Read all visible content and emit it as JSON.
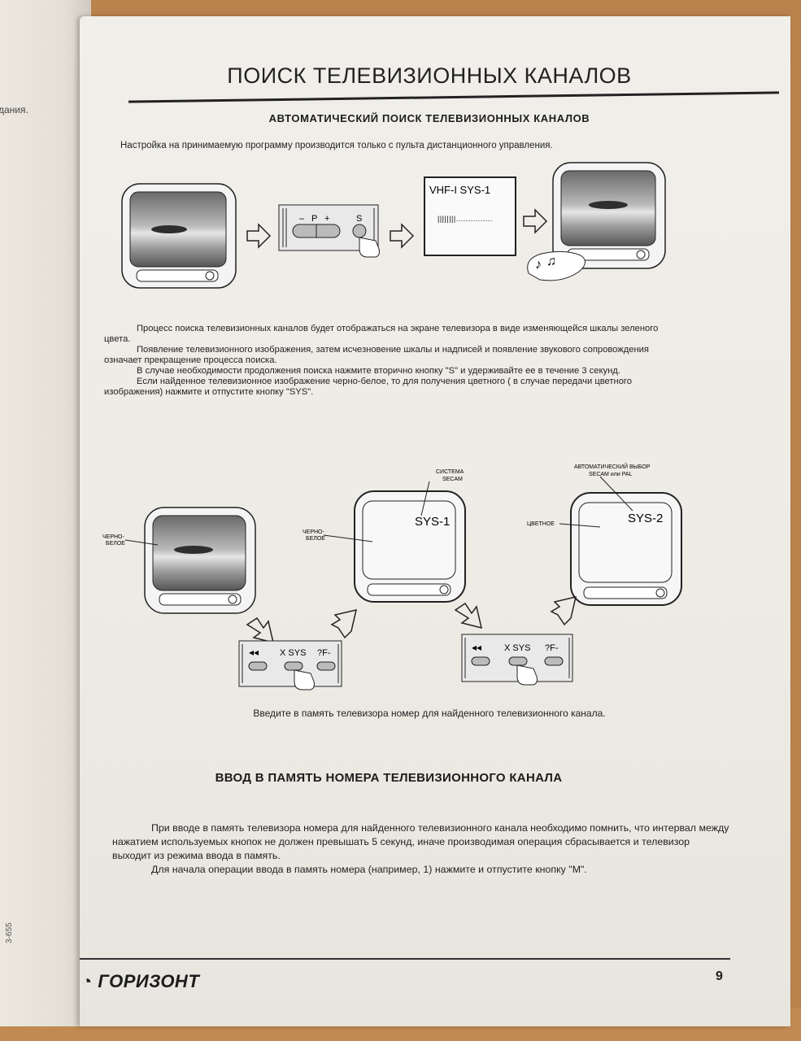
{
  "left_page": {
    "fragment": "дания.",
    "margin_note": "3-655"
  },
  "header": {
    "title": "ПОИСК ТЕЛЕВИЗИОННЫХ КАНАЛОВ"
  },
  "auto_search": {
    "heading": "АВТОМАТИЧЕСКИЙ ПОИСК ТЕЛЕВИЗИОННЫХ КАНАЛОВ",
    "intro": "Настройка на принимаемую программу производится только с пульта дистанционного управления.",
    "remote": {
      "minus": "–",
      "p": "P",
      "plus": "+",
      "s": "S"
    },
    "screen": {
      "line1": "VHF-I SYS-1",
      "scale": "||||||||..............."
    },
    "sound_icon": "music-notes-icon",
    "paragraphs": [
      "Процесс поиска телевизионных каналов будет отображаться на экране телевизора в виде изменяющейся шкалы зеленого цвета.",
      "Появление телевизионного изображения, затем исчезновение шкалы и надписей и появление звукового сопровождения означает прекращение процесса поиска.",
      "В случае необходимости продолжения поиска нажмите вторично кнопку \"S\" и удерживайте ее в течение 3 секунд.",
      "Если найденное телевизионное изображение черно-белое, то для получения цветного ( в случае передачи цветного изображения) нажмите и отпустите кнопку \"SYS\"."
    ]
  },
  "sys_diagram": {
    "bw_label_1": "ЧЕРНО-\nБЕЛОЕ",
    "bw_label_2": "ЧЕРНО-\nБЕЛОЕ",
    "system_label": "СИСТЕМА\nSECAM",
    "sys1": "SYS-1",
    "auto_label": "АВТОМАТИЧЕСКИЙ ВЫБОР\nSECAM или PAL",
    "color_label": "ЦВЕТНОЕ",
    "sys2": "SYS-2",
    "buttons": {
      "rewind": "◂◂",
      "xsys": "X SYS",
      "f": "?F-"
    }
  },
  "enter_note": "Введите в память телевизора номер для найденного телевизионного канала.",
  "memory": {
    "heading": "ВВОД В ПАМЯТЬ НОМЕРА ТЕЛЕВИЗИОННОГО КАНАЛА",
    "paragraphs": [
      "При вводе в память телевизора номера для найденного телевизионного канала необходимо помнить, что интервал между нажатием используемых кнопок не должен превышать 5 секунд, иначе производимая операция сбрасывается и телевизор выходит из режима ввода в память.",
      "Для начала операции ввода в память номера (например, 1) нажмите и отпустите кнопку \"M\"."
    ]
  },
  "footer": {
    "logo": "ГОРИЗОНТ",
    "page_number": "9"
  }
}
